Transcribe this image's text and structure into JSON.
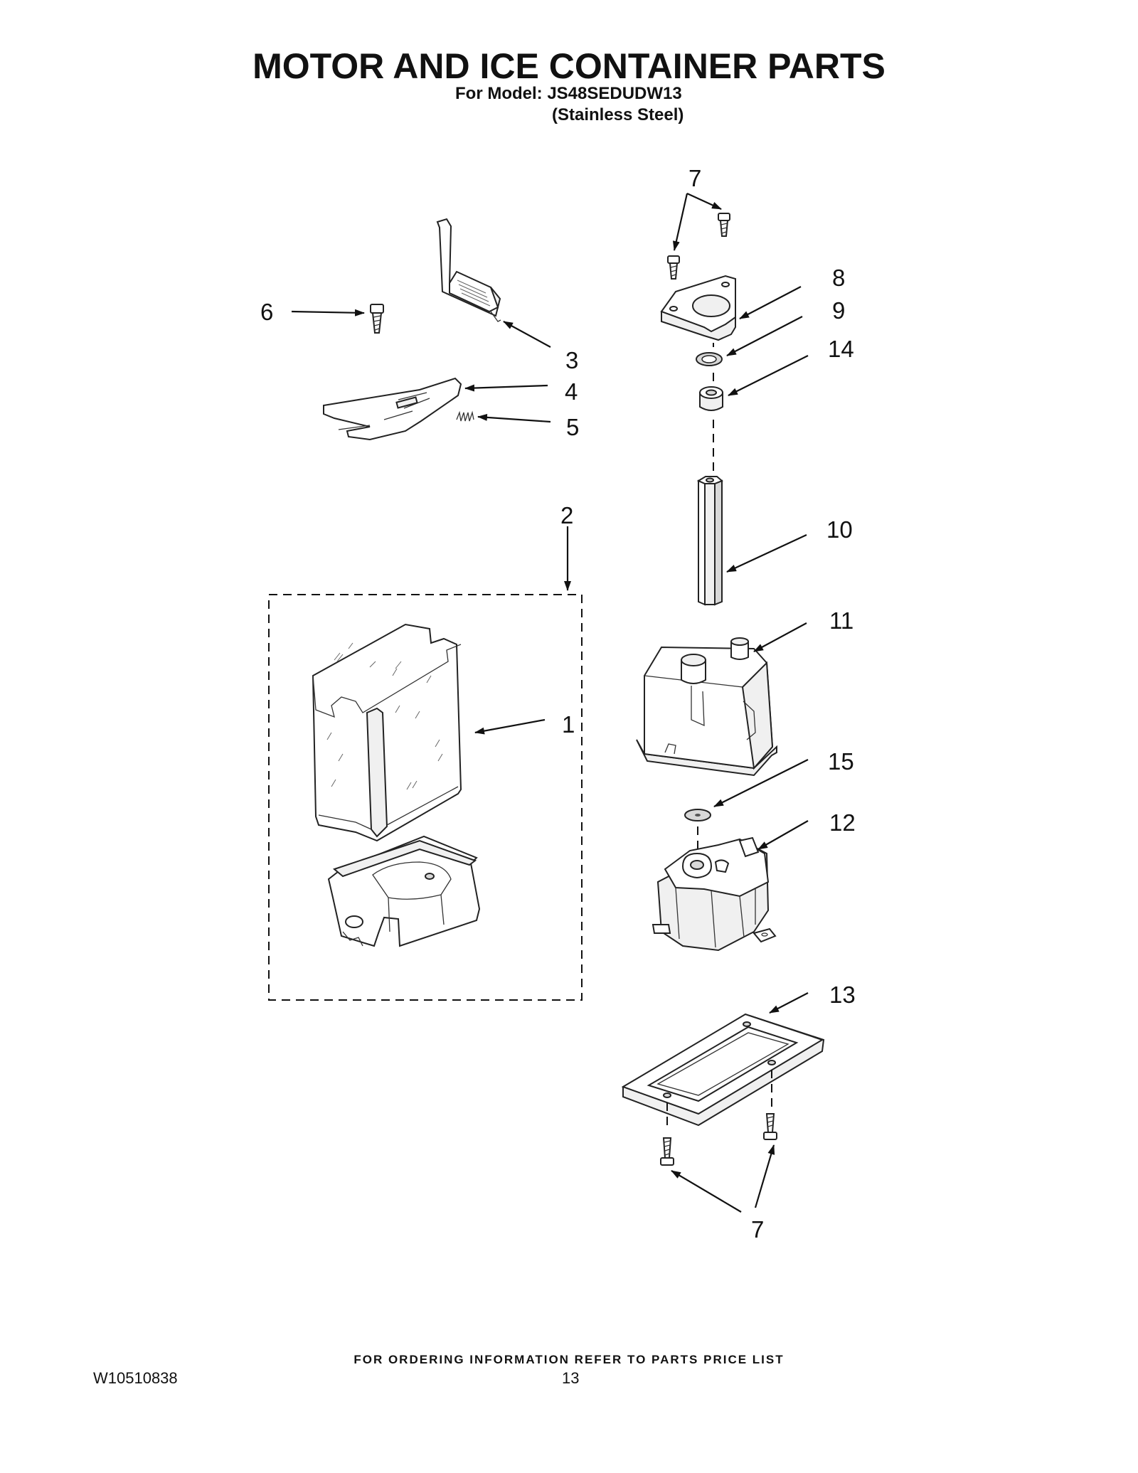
{
  "header": {
    "title": "MOTOR AND ICE CONTAINER PARTS",
    "model_line": "For Model: JS48SEDUDW13",
    "finish_line": "(Stainless Steel)"
  },
  "callouts": {
    "c1": "1",
    "c2": "2",
    "c3": "3",
    "c4": "4",
    "c5": "5",
    "c6": "6",
    "c7_top": "7",
    "c7_bottom": "7",
    "c8": "8",
    "c9": "9",
    "c10": "10",
    "c11": "11",
    "c12": "12",
    "c13": "13",
    "c14": "14",
    "c15": "15"
  },
  "footer": {
    "ordering_note": "FOR ORDERING INFORMATION REFER TO PARTS PRICE LIST",
    "document_number": "W10510838",
    "page_number": "13"
  }
}
